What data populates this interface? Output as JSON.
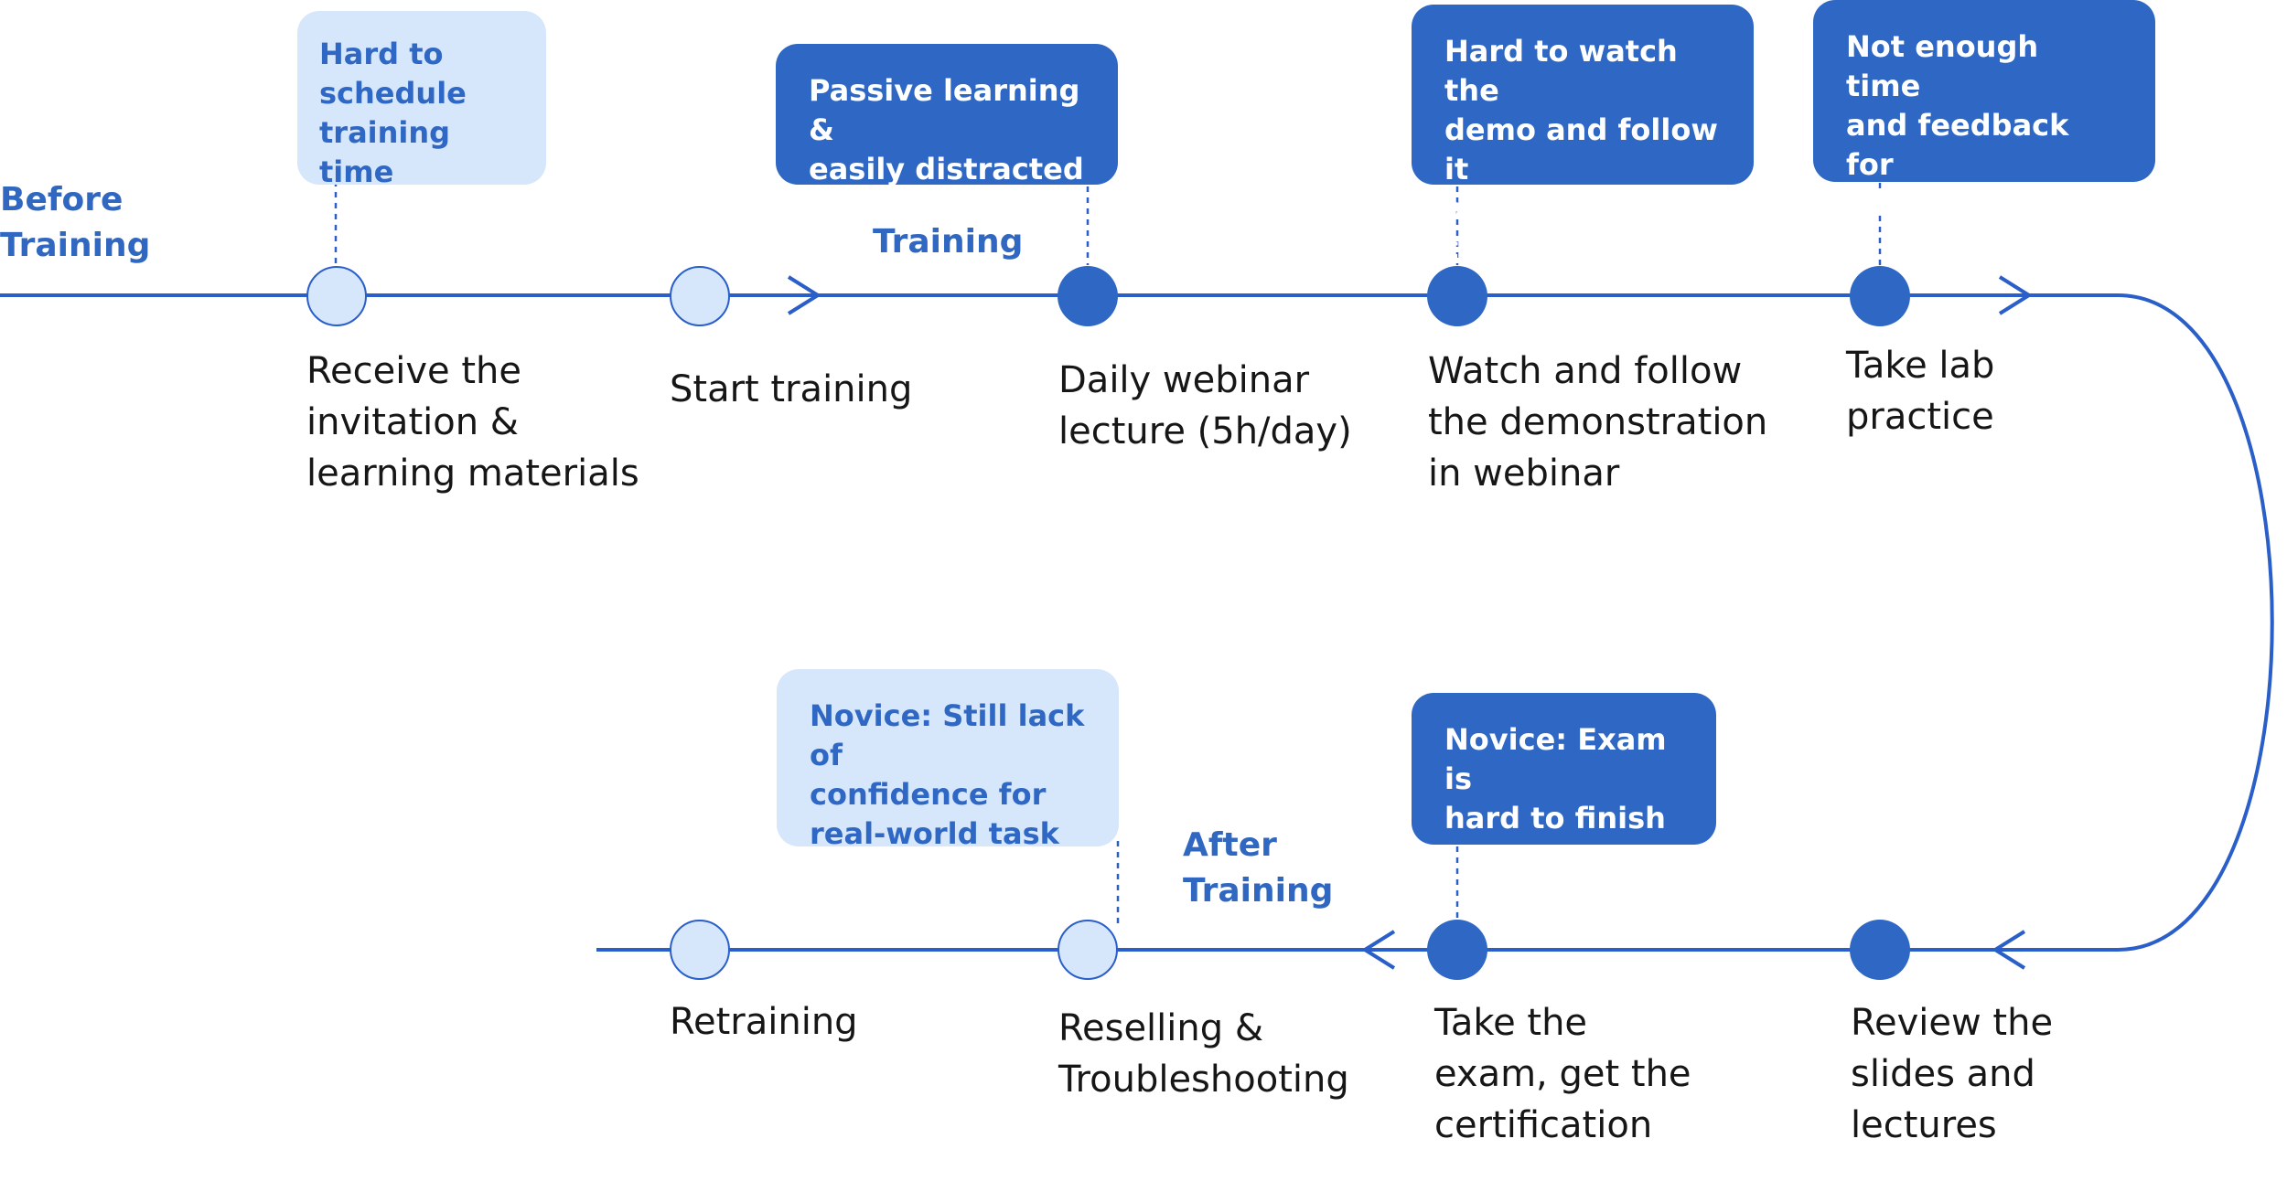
{
  "phases": {
    "before": "Before\nTraining",
    "during": "Training",
    "after": "After\nTraining"
  },
  "steps": {
    "receive": "Receive the\ninvitation &\nlearning materials",
    "start": "Start training",
    "webinar": "Daily webinar\nlecture (5h/day)",
    "watch": "Watch and follow\nthe demonstration\nin webinar",
    "lab": "Take lab\npractice",
    "review": "Review the\nslides and\nlectures",
    "exam": "Take the\nexam, get the\ncertification",
    "reselling": "Reselling &\nTroubleshooting",
    "retraining": "Retraining"
  },
  "pain_points": {
    "schedule": "Hard to\nschedule\ntraining time",
    "passive": "Passive learning &\neasily distracted",
    "demo": "Hard to watch the\ndemo and follow it\nat the same time.",
    "lab_time": "Not enough time\nand feedback for\nlab practice",
    "exam_hard": "Novice: Exam is\nhard to finish",
    "confidence": "Novice: Still lack of\nconfidence for\nreal-world task"
  },
  "colors": {
    "line": "#2a5fc9",
    "node_filled": "#2f68c4",
    "node_empty": "#d6e6fb",
    "box_dark": "#2f68c4",
    "box_light": "#d6e6fb",
    "phase_text": "#3067c0",
    "label_text": "#161616"
  }
}
